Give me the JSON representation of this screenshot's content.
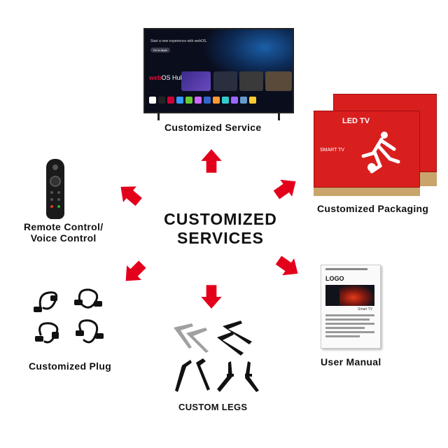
{
  "center": {
    "line1": "CUSTOMIZED",
    "line2": "SERVICES"
  },
  "items": {
    "service": "Customized Service",
    "packaging": "Customized Packaging",
    "remote_line1": "Remote Control/",
    "remote_line2": "Voice Control",
    "manual": "User Manual",
    "plug": "Customized Plug",
    "legs": "CUSTOM LEGS"
  },
  "tv_screen": {
    "headline": "Start a new experience with webOS.",
    "button": "Go to Apps",
    "hub_brand": "web",
    "hub_rest": "OS Hub"
  },
  "box": {
    "text": "LED TV",
    "text2": "SMART TV"
  },
  "manual_page": {
    "logo": "LOGO",
    "sub": "Smart TV"
  },
  "colors": {
    "arrow": "#e3001b",
    "box": "#d91e1e",
    "accent": "#d80f3a"
  }
}
